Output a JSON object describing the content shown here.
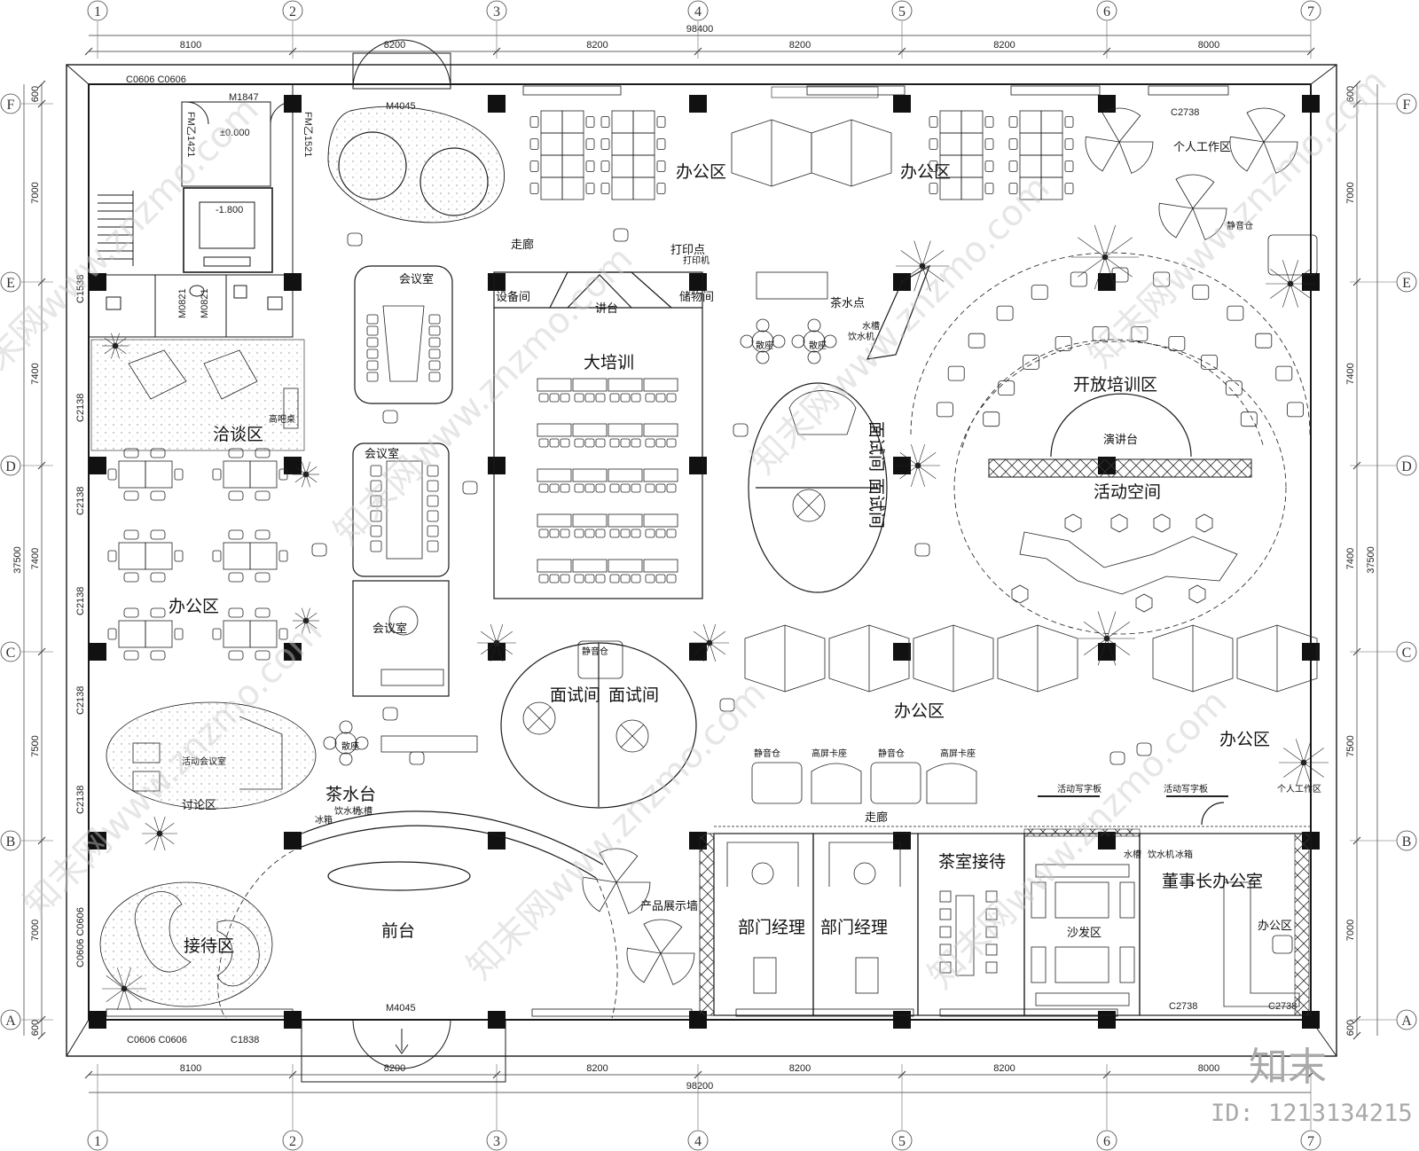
{
  "grid": {
    "columns": [
      "1",
      "2",
      "3",
      "4",
      "5",
      "6",
      "7"
    ],
    "rows": [
      "F",
      "E",
      "D",
      "C",
      "B",
      "A"
    ]
  },
  "dimensions": {
    "top_total": "98400",
    "bottom_total": "98200",
    "top_segments": [
      "8100",
      "8200",
      "8200",
      "8200",
      "8200",
      "8000"
    ],
    "bottom_segments": [
      "8100",
      "8200",
      "8200",
      "8200",
      "8200",
      "8000"
    ],
    "left_total": "37500",
    "right_total": "37500",
    "left_segments": [
      "600",
      "7000",
      "7400",
      "7400",
      "7500",
      "7000",
      "600"
    ],
    "right_segments": [
      "600",
      "7000",
      "7400",
      "7400",
      "7500",
      "7000",
      "600"
    ]
  },
  "rooms": [
    {
      "id": "office-nw1",
      "label": "办公区"
    },
    {
      "id": "office-nw2",
      "label": "办公区"
    },
    {
      "id": "personal-work",
      "label": "个人工作区"
    },
    {
      "id": "corridor-n",
      "label": "走廊"
    },
    {
      "id": "print-point",
      "label": "打印点"
    },
    {
      "id": "equipment",
      "label": "设备间"
    },
    {
      "id": "lectern",
      "label": "讲台"
    },
    {
      "id": "storage",
      "label": "储物间"
    },
    {
      "id": "big-training",
      "label": "大培训"
    },
    {
      "id": "tea-point",
      "label": "茶水点"
    },
    {
      "id": "meeting-1",
      "label": "会议室"
    },
    {
      "id": "meeting-2",
      "label": "会议室"
    },
    {
      "id": "meeting-3",
      "label": "会议室"
    },
    {
      "id": "negotiation",
      "label": "洽谈区"
    },
    {
      "id": "office-w",
      "label": "办公区"
    },
    {
      "id": "interview-e1",
      "label": "面试间"
    },
    {
      "id": "interview-e2",
      "label": "面试间"
    },
    {
      "id": "open-training",
      "label": "开放培训区"
    },
    {
      "id": "podium",
      "label": "演讲台"
    },
    {
      "id": "activity",
      "label": "活动空间"
    },
    {
      "id": "interview-c1",
      "label": "面试间"
    },
    {
      "id": "interview-c2",
      "label": "面试间"
    },
    {
      "id": "office-c",
      "label": "办公区"
    },
    {
      "id": "office-se",
      "label": "办公区"
    },
    {
      "id": "discussion",
      "label": "讨论区"
    },
    {
      "id": "tea-bar",
      "label": "茶水台"
    },
    {
      "id": "corridor-s",
      "label": "走廊"
    },
    {
      "id": "reception-desk",
      "label": "前台"
    },
    {
      "id": "reception-area",
      "label": "接待区"
    },
    {
      "id": "product-wall",
      "label": "产品展示墙"
    },
    {
      "id": "dept-mgr-1",
      "label": "部门经理"
    },
    {
      "id": "dept-mgr-2",
      "label": "部门经理"
    },
    {
      "id": "tea-reception",
      "label": "茶室接待"
    },
    {
      "id": "sofa",
      "label": "沙发区"
    },
    {
      "id": "chairman",
      "label": "董事长办公室"
    },
    {
      "id": "chairman-office",
      "label": "办公区"
    }
  ],
  "small_labels": [
    {
      "id": "lbl-silent-1",
      "text": "静音仓"
    },
    {
      "id": "lbl-silent-2",
      "text": "静音仓"
    },
    {
      "id": "lbl-silent-3",
      "text": "静音仓"
    },
    {
      "id": "lbl-silent-4",
      "text": "静音仓"
    },
    {
      "id": "lbl-hiback-1",
      "text": "高屏卡座"
    },
    {
      "id": "lbl-hiback-2",
      "text": "高屏卡座"
    },
    {
      "id": "lbl-board-1",
      "text": "活动写字板"
    },
    {
      "id": "lbl-board-2",
      "text": "活动写字板"
    },
    {
      "id": "lbl-personal-2",
      "text": "个人工作区"
    },
    {
      "id": "lbl-activity-meeting",
      "text": "活动会议室"
    },
    {
      "id": "lbl-printer",
      "text": "打印机"
    },
    {
      "id": "lbl-water-1",
      "text": "饮水机"
    },
    {
      "id": "lbl-water-2",
      "text": "饮水机"
    },
    {
      "id": "lbl-water-3",
      "text": "饮水机"
    },
    {
      "id": "lbl-sink-1",
      "text": "水槽"
    },
    {
      "id": "lbl-sink-2",
      "text": "水槽"
    },
    {
      "id": "lbl-sink-3",
      "text": "水槽"
    },
    {
      "id": "lbl-fridge-1",
      "text": "冰箱"
    },
    {
      "id": "lbl-fridge-2",
      "text": "冰箱"
    },
    {
      "id": "lbl-barstool",
      "text": "高吧桌"
    },
    {
      "id": "lbl-sofa-1",
      "text": "散座"
    },
    {
      "id": "lbl-sofa-2",
      "text": "散座"
    },
    {
      "id": "lbl-sofa-3",
      "text": "散座"
    }
  ],
  "codes": [
    {
      "id": "door-m1847",
      "text": "M1847"
    },
    {
      "id": "door-fm1421",
      "text": "FM乙1421"
    },
    {
      "id": "door-fm1521",
      "text": "FM乙1521"
    },
    {
      "id": "door-m4045-n",
      "text": "M4045"
    },
    {
      "id": "door-m4045-s",
      "text": "M4045"
    },
    {
      "id": "elev-000",
      "text": "±0.000"
    },
    {
      "id": "elev-1800",
      "text": "-1.800"
    },
    {
      "id": "win-c0606-1",
      "text": "C0606 C0606"
    },
    {
      "id": "win-c0606-2",
      "text": "C0606 C0606"
    },
    {
      "id": "win-c1838",
      "text": "C1838"
    },
    {
      "id": "win-c1538",
      "text": "C1538"
    },
    {
      "id": "win-c2738-1",
      "text": "C2738"
    },
    {
      "id": "win-c2738-2",
      "text": "C2738"
    },
    {
      "id": "win-c2738-3",
      "text": "C2738"
    },
    {
      "id": "win-c2138-1",
      "text": "C2138"
    },
    {
      "id": "win-c2138-2",
      "text": "C2138"
    },
    {
      "id": "win-c2138-3",
      "text": "C2138"
    },
    {
      "id": "win-c2138-4",
      "text": "C2138"
    },
    {
      "id": "win-c2138-5",
      "text": "C2138"
    },
    {
      "id": "win-c0606-3",
      "text": "C0606 C0606"
    },
    {
      "id": "door-m0821-1",
      "text": "M0821"
    },
    {
      "id": "door-m0821-2",
      "text": "M0821"
    }
  ],
  "watermarks": [
    "知末网www.znzmo.com"
  ],
  "brand": {
    "logo": "知末",
    "id_text": "ID: 1213134215"
  },
  "colors": {
    "line": "#1a1a1a",
    "column": "#111111",
    "hatch": "#9a9a9a",
    "watermark": "#c9c9c9"
  }
}
